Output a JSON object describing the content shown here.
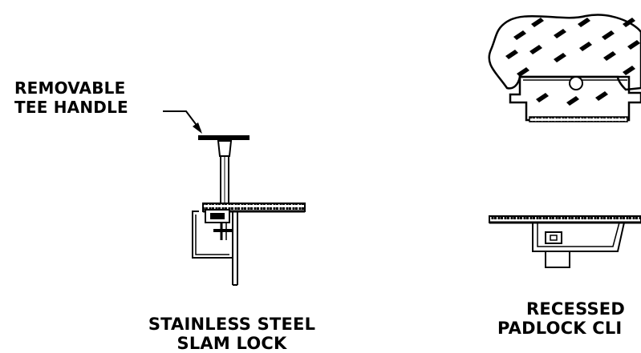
{
  "callouts": {
    "tee_handle": {
      "line1": "REMOVABLE",
      "line2": "TEE HANDLE"
    }
  },
  "captions": {
    "slam_lock": {
      "line1": "STAINLESS STEEL",
      "line2": "SLAM LOCK"
    },
    "padlock": {
      "line1": "RECESSED",
      "line2": "PADLOCK CLI"
    }
  },
  "colors": {
    "ink": "#000000",
    "paper": "#ffffff"
  }
}
